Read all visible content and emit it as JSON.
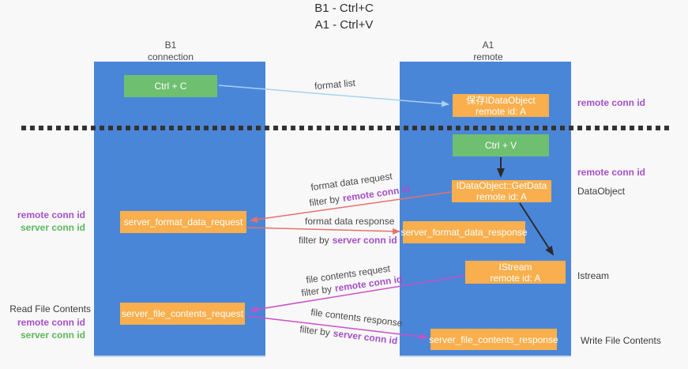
{
  "title": {
    "line1": "B1 - Ctrl+C",
    "line2": "A1 - Ctrl+V"
  },
  "columns": {
    "left": {
      "name": "B1",
      "role": "connection"
    },
    "right": {
      "name": "A1",
      "role": "remote"
    }
  },
  "nodes": {
    "ctrl_c": {
      "label": "Ctrl + C"
    },
    "ctrl_v": {
      "label": "Ctrl + V"
    },
    "save_idataobject": {
      "line1": "保存IDataObject",
      "line2": "remote id: A"
    },
    "getdata": {
      "line1": "IDataObject::GetData",
      "line2": "remote id: A"
    },
    "istream": {
      "line1": "IStream",
      "line2": "remote id: A"
    },
    "server_format_data_request": {
      "label": "server_format_data_request"
    },
    "server_format_data_response": {
      "label": "server_format_data_response"
    },
    "server_file_contents_request": {
      "label": "server_file_contents_request"
    },
    "server_file_contents_response": {
      "label": "server_file_contents_response"
    }
  },
  "flow_labels": {
    "format_list": "format list",
    "format_data_request": "format data request",
    "format_data_response": "format data response",
    "file_contents_request": "file contents request",
    "file_contents_response": "file contents response",
    "filter_by": "filter by"
  },
  "terms": {
    "remote_conn_id": "remote conn id",
    "server_conn_id": "server conn id"
  },
  "side_labels": {
    "dataobject": "DataObject",
    "istream": "Istream",
    "read_file_contents": "Read File Contents",
    "write_file_contents": "Write File Contents"
  },
  "colors": {
    "column_blue": "#4a86d8",
    "node_orange": "#f9af4d",
    "node_green": "#6fbf70",
    "arrow_blue": "#a5d3f0",
    "arrow_red": "#e8706a",
    "arrow_magenta": "#c94fc9",
    "arrow_black": "#2b2b2b",
    "term_purple": "#a64fc8",
    "term_green": "#5cb85c",
    "background": "#f8f8f8"
  }
}
